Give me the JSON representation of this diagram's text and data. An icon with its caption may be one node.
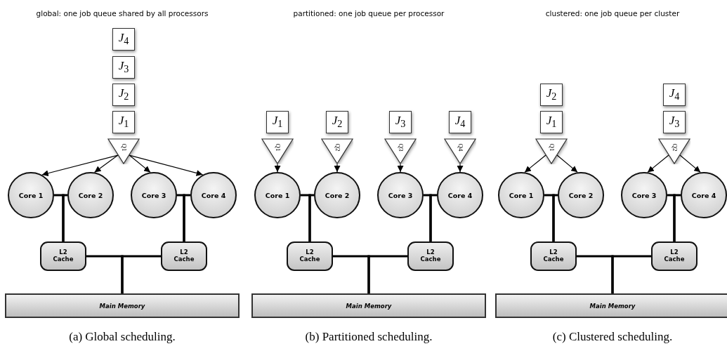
{
  "diagram": {
    "nodes": [
      {
        "text": [
          "*J*$_{4}$"
        ]
      },
      {
        "text": [
          "*J*$_{3}$"
        ]
      },
      {
        "text": [
          "*J*$_{2}$"
        ]
      },
      {
        "text": [
          "*J*$_{1}$"
        ]
      },
      {
        "text": [
          "Q1"
        ]
      },
      {
        "text": [
          "Core 1"
        ]
      },
      {
        "text": [
          "Core 2"
        ]
      },
      {
        "text": [
          "Core 3"
        ]
      },
      {
        "text": [
          "Core 4"
        ]
      },
      {
        "text": [
          "L2 Cache"
        ]
      },
      {
        "text": [
          "L2 Cache"
        ]
      },
      {
        "text": [
          "Main Memory"
        ]
      },
      {
        "text": [
          "*J*$_{1}$"
        ]
      },
      {
        "text": [
          "*J*$_{2}$"
        ]
      },
      {
        "text": [
          "*J*$_{3}$"
        ]
      },
      {
        "text": [
          "*J*$_{4}$"
        ]
      },
      {
        "text": [
          "Q1"
        ]
      },
      {
        "text": [
          "Q2"
        ]
      },
      {
        "text": [
          "Q3"
        ]
      },
      {
        "text": [
          "Q4"
        ]
      },
      {
        "text": [
          "Core 1"
        ]
      },
      {
        "text": [
          "Core 2"
        ]
      },
      {
        "text": [
          "Core 3"
        ]
      },
      {
        "text": [
          "Core 4"
        ]
      },
      {
        "text": [
          "L2 Cache"
        ]
      },
      {
        "text": [
          "L2 Cache"
        ]
      },
      {
        "text": [
          "Main Memory"
        ]
      },
      {
        "text": [
          "*J*$_{2}$"
        ]
      },
      {
        "text": [
          "*J*$_{1}$"
        ]
      },
      {
        "text": [
          "Q1"
        ]
      },
      {
        "text": [
          "*J*$_{4}$"
        ]
      },
      {
        "text": [
          "*J*$_{3}$"
        ]
      },
      {
        "text": [
          "Q2"
        ]
      },
      {
        "text": [
          "Core 1"
        ]
      },
      {
        "text": [
          "Core 2"
        ]
      },
      {
        "text": [
          "Core 3"
        ]
      },
      {
        "text": [
          "Core 4"
        ]
      },
      {
        "text": [
          "L2 Cache"
        ]
      },
      {
        "text": [
          "L2 Cache"
        ]
      },
      {
        "text": [
          "Main Memory"
        ]
      }
    ],
    "edges": [
      {
        "from": 4,
        "to": 5,
        "arrow": "to"
      },
      {
        "from": 4,
        "to": 6,
        "arrow": "to"
      },
      {
        "from": 4,
        "to": 7,
        "arrow": "to"
      },
      {
        "from": 4,
        "to": 8,
        "arrow": "to"
      },
      {
        "from": 5,
        "to": 9,
        "arrow": "none"
      },
      {
        "from": 6,
        "to": 9,
        "arrow": "none"
      },
      {
        "from": 7,
        "to": 10,
        "arrow": "none"
      },
      {
        "from": 8,
        "to": 10,
        "arrow": "none"
      },
      {
        "from": 9,
        "to": 11,
        "arrow": "none"
      },
      {
        "from": 10,
        "to": 11,
        "arrow": "none"
      },
      {
        "from": 16,
        "to": 20,
        "arrow": "to"
      },
      {
        "from": 17,
        "to": 21,
        "arrow": "to"
      },
      {
        "from": 18,
        "to": 22,
        "arrow": "to"
      },
      {
        "from": 19,
        "to": 23,
        "arrow": "to"
      },
      {
        "from": 20,
        "to": 24,
        "arrow": "none"
      },
      {
        "from": 21,
        "to": 24,
        "arrow": "none"
      },
      {
        "from": 22,
        "to": 25,
        "arrow": "none"
      },
      {
        "from": 23,
        "to": 25,
        "arrow": "none"
      },
      {
        "from": 24,
        "to": 26,
        "arrow": "none"
      },
      {
        "from": 25,
        "to": 26,
        "arrow": "none"
      },
      {
        "from": 29,
        "to": 33,
        "arrow": "to"
      },
      {
        "from": 29,
        "to": 34,
        "arrow": "to"
      },
      {
        "from": 32,
        "to": 35,
        "arrow": "to"
      },
      {
        "from": 32,
        "to": 36,
        "arrow": "to"
      },
      {
        "from": 33,
        "to": 37,
        "arrow": "none"
      },
      {
        "from": 34,
        "to": 37,
        "arrow": "none"
      },
      {
        "from": 35,
        "to": 38,
        "arrow": "none"
      },
      {
        "from": 36,
        "to": 38,
        "arrow": "none"
      },
      {
        "from": 37,
        "to": 39,
        "arrow": "none"
      },
      {
        "from": 38,
        "to": 39,
        "arrow": "none"
      }
    ],
    "labels": [
      "global: one job queue shared by all processors",
      "partitioned: one job queue per processor",
      "clustered: one job queue per cluster",
      "(a)  Global scheduling.",
      "(b)  Partitioned scheduling.",
      "(c)  Clustered scheduling."
    ]
  }
}
